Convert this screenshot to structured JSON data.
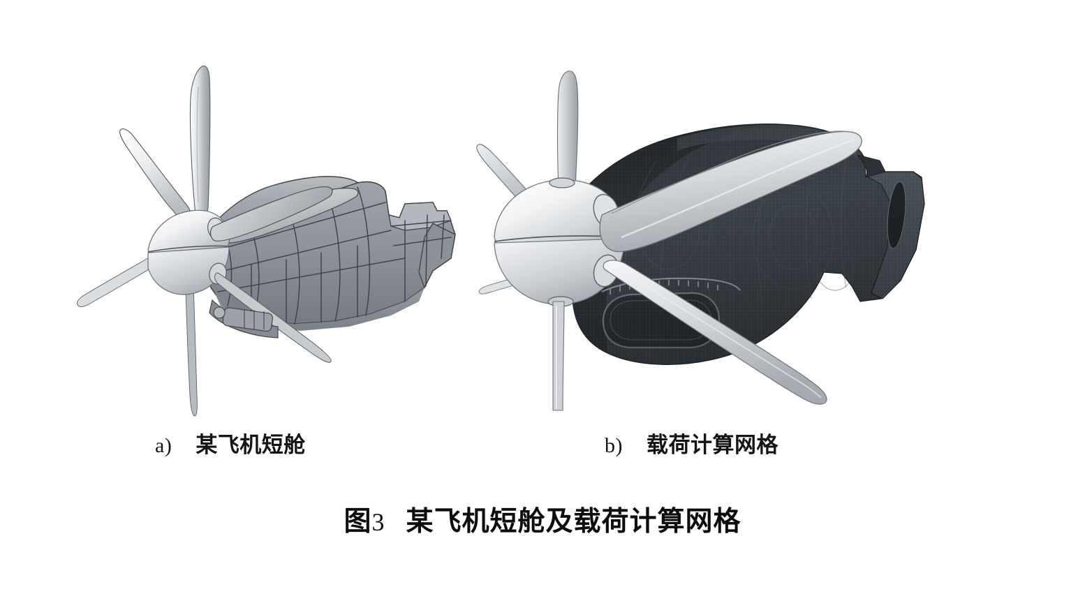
{
  "figure": {
    "title_prefix": "图",
    "title_number": "3",
    "title_text": "某飞机短舱及载荷计算网格",
    "background_color": "#ffffff"
  },
  "panels": [
    {
      "id": "a",
      "label": "a)",
      "caption": "某飞机短舱",
      "render_type": "cad-surface-model",
      "description": "某飞机短舱 CAD 曲面模型，含六叶螺旋桨与桨毂整流罩",
      "colors": {
        "nacelle_fill": "#8d9298",
        "nacelle_shade": "#6f757c",
        "nacelle_highlight": "#b9bec4",
        "panel_line": "#3d4348",
        "spinner_light": "#f2f3f4",
        "spinner_mid": "#c9cdd2",
        "blade_light": "#f4f5f6",
        "blade_mid": "#b4b9be",
        "outline": "#4a5055"
      },
      "blade_count": 6
    },
    {
      "id": "b",
      "label": "b)",
      "caption": "载荷计算网格",
      "render_type": "cfd-surface-mesh",
      "description": "短舱载荷计算用表面网格，深灰细密面网格，前端为浅色桨毂与桨叶",
      "colors": {
        "mesh_fill": "#3b4248",
        "mesh_dark": "#272c31",
        "mesh_light": "#4d555c",
        "mesh_wire": "#596169",
        "spinner_light": "#f4f5f6",
        "spinner_mid": "#c6cace",
        "blade_light": "#eceef0",
        "blade_mid": "#b0b5ba",
        "outline": "#9aa1a7"
      },
      "blade_count": 6,
      "features": [
        "landing-gear-bay-cutout",
        "wing-root-fairing",
        "aft-fuselage-cut"
      ]
    }
  ]
}
